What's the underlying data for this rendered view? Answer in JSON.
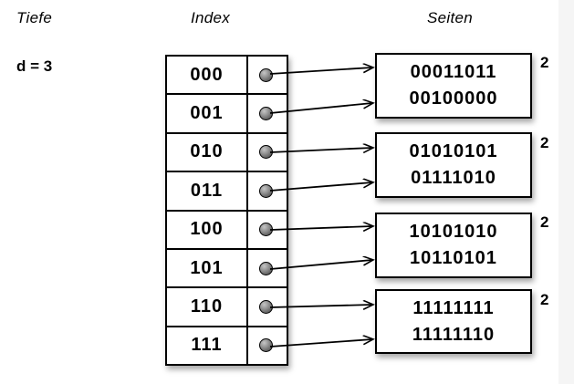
{
  "diagram": {
    "depth_label": "Tiefe",
    "depth_value": "d = 3",
    "index_label": "Index",
    "pages_label": "Seiten",
    "index_rows": [
      "000",
      "001",
      "010",
      "011",
      "100",
      "101",
      "110",
      "111"
    ],
    "pages": [
      {
        "entries": [
          "00011011",
          "00100000"
        ],
        "local_depth": "2"
      },
      {
        "entries": [
          "01010101",
          "01111010"
        ],
        "local_depth": "2"
      },
      {
        "entries": [
          "10101010",
          "10110101"
        ],
        "local_depth": "2"
      },
      {
        "entries": [
          "11111111",
          "11111110"
        ],
        "local_depth": "2"
      }
    ]
  }
}
